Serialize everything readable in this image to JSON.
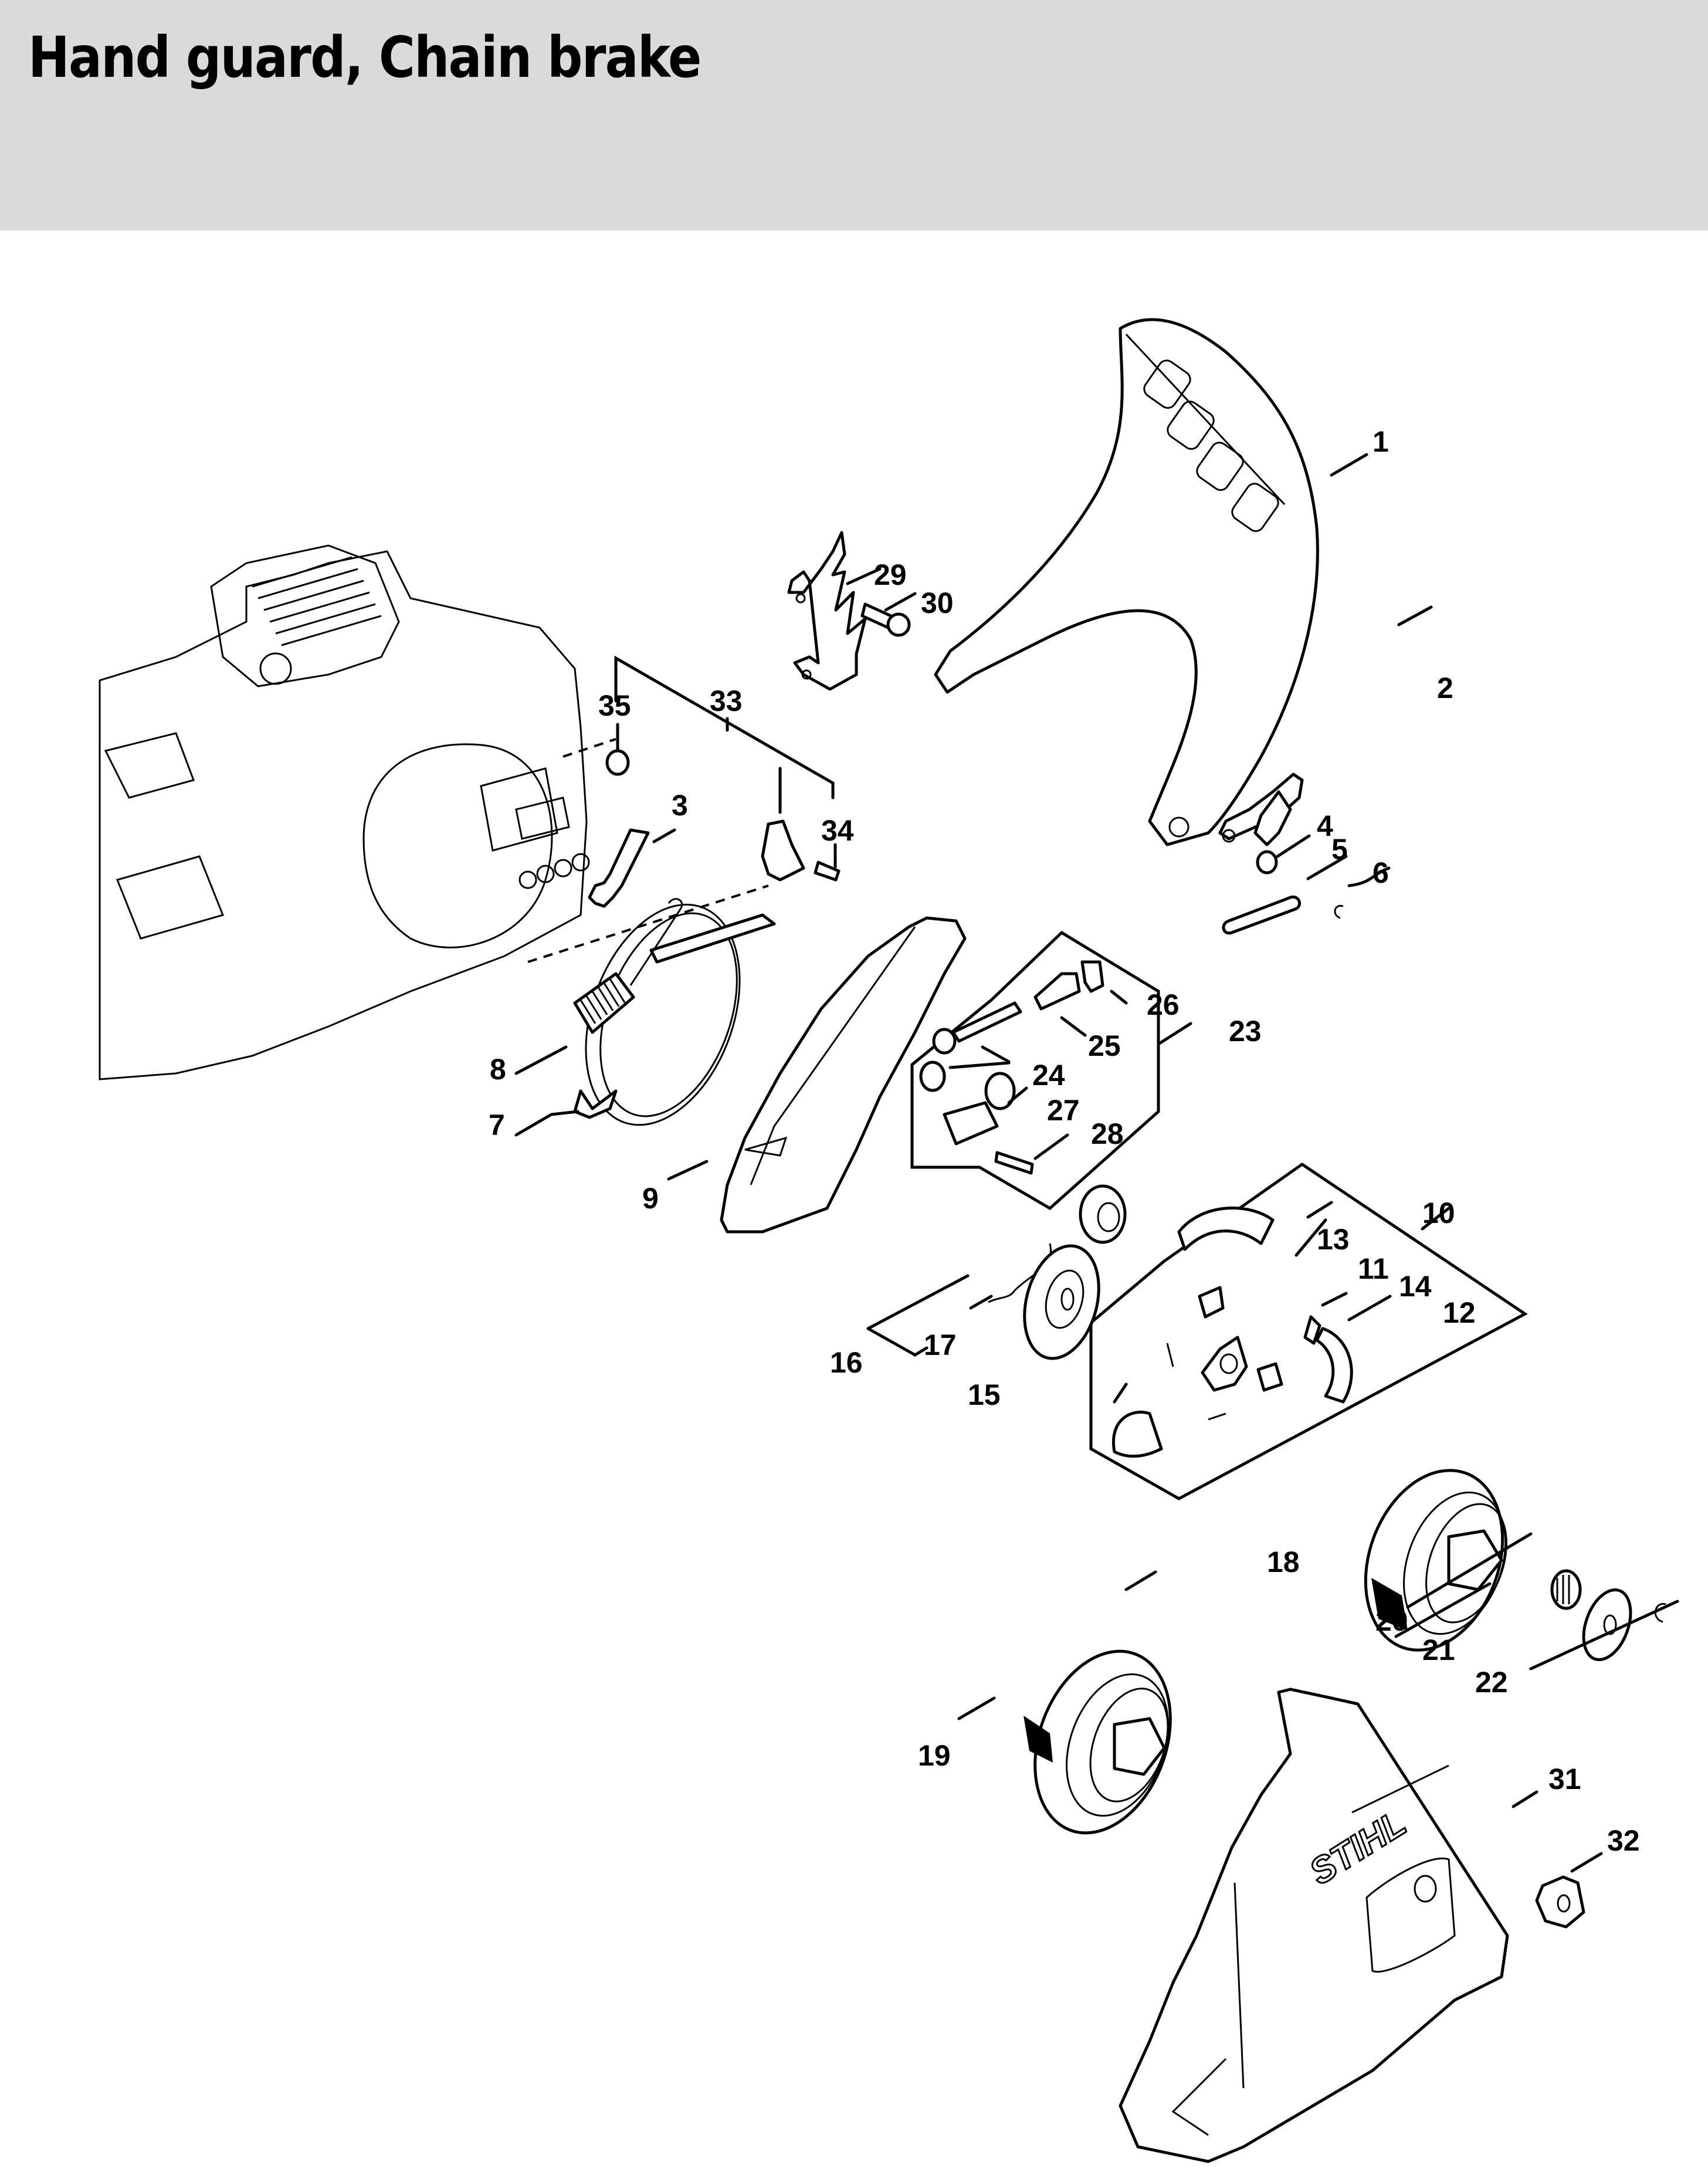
{
  "header": {
    "title": "Hand guard, Chain brake"
  },
  "colors": {
    "header_background": "#d9dbda",
    "page_background": "#ffffff",
    "line_art": "#000000"
  },
  "diagram": {
    "callouts": [
      {
        "id": "1",
        "label": "1"
      },
      {
        "id": "2",
        "label": "2"
      },
      {
        "id": "3",
        "label": "3"
      },
      {
        "id": "4",
        "label": "4"
      },
      {
        "id": "5",
        "label": "5"
      },
      {
        "id": "6",
        "label": "6"
      },
      {
        "id": "7",
        "label": "7"
      },
      {
        "id": "8",
        "label": "8"
      },
      {
        "id": "9",
        "label": "9"
      },
      {
        "id": "10",
        "label": "10"
      },
      {
        "id": "11",
        "label": "11"
      },
      {
        "id": "12",
        "label": "12"
      },
      {
        "id": "13",
        "label": "13"
      },
      {
        "id": "14",
        "label": "14"
      },
      {
        "id": "15",
        "label": "15"
      },
      {
        "id": "16",
        "label": "16"
      },
      {
        "id": "17",
        "label": "17"
      },
      {
        "id": "18",
        "label": "18"
      },
      {
        "id": "19",
        "label": "19"
      },
      {
        "id": "20",
        "label": "20"
      },
      {
        "id": "21",
        "label": "21"
      },
      {
        "id": "22",
        "label": "22"
      },
      {
        "id": "23",
        "label": "23"
      },
      {
        "id": "24",
        "label": "24"
      },
      {
        "id": "25",
        "label": "25"
      },
      {
        "id": "26",
        "label": "26"
      },
      {
        "id": "27",
        "label": "27"
      },
      {
        "id": "28",
        "label": "28"
      },
      {
        "id": "29",
        "label": "29"
      },
      {
        "id": "30",
        "label": "30"
      },
      {
        "id": "31",
        "label": "31"
      },
      {
        "id": "32",
        "label": "32"
      },
      {
        "id": "33",
        "label": "33"
      },
      {
        "id": "34",
        "label": "34"
      },
      {
        "id": "35",
        "label": "35"
      }
    ],
    "brand_mark": "STIHL"
  }
}
